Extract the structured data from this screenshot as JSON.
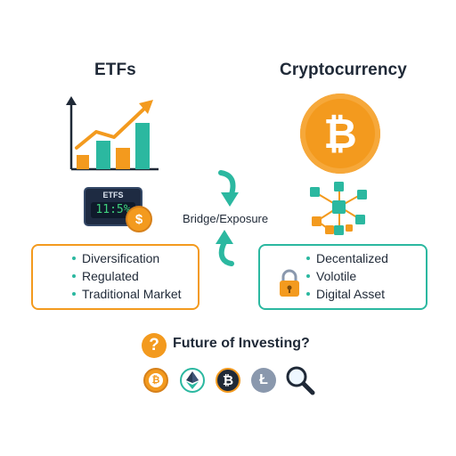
{
  "etf": {
    "title": "ETFs",
    "screen_label": "ETFS",
    "screen_value": "11:5%",
    "coin_symbol": "$",
    "features": [
      "Diversification",
      "Regulated",
      "Traditional Market"
    ]
  },
  "crypto": {
    "title": "Cryptocurrency",
    "coin_symbol": "₿",
    "features": [
      "Decentalized",
      "Volotile",
      "Digital Asset"
    ]
  },
  "bridge": {
    "label": "Bridge/Exposure"
  },
  "footer": {
    "question_mark": "?",
    "label": "Future of Investing?"
  },
  "icons": {
    "row": [
      "bitcoin-orange-icon",
      "ethereum-icon",
      "bitcoin-dark-icon",
      "litecoin-icon",
      "magnifier-icon"
    ]
  },
  "colors": {
    "orange": "#f39a1e",
    "teal": "#2bb8a0",
    "dark": "#1f2937",
    "slate": "#8a98ad"
  }
}
